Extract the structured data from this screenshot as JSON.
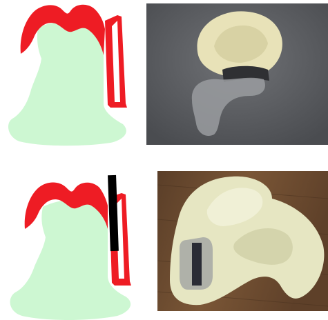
{
  "figure": {
    "panels": [
      {
        "id": "diagram-top",
        "kind": "schematic",
        "appliance_color": "#ee1c24",
        "tissue_color": "#cdf7d2"
      },
      {
        "id": "photo-top",
        "kind": "photograph",
        "background": "#5c5e62"
      },
      {
        "id": "diagram-bottom",
        "kind": "schematic",
        "appliance_color": "#ee1c24",
        "tissue_color": "#cdf7d2",
        "insert_color": "#000000"
      },
      {
        "id": "photo-bottom",
        "kind": "photograph",
        "background": "#6a4a30"
      }
    ]
  }
}
